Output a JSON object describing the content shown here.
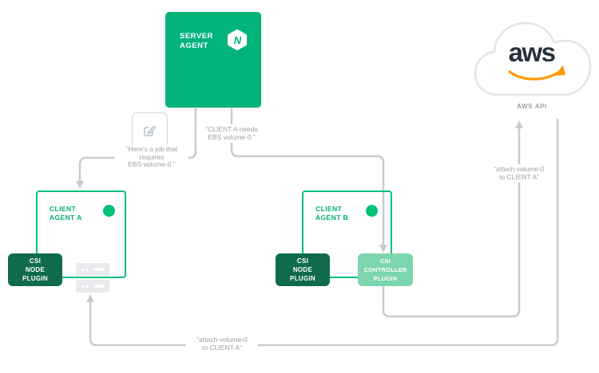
{
  "colors": {
    "green": "#02b47c",
    "green-border": "#00c078",
    "green-text": "#00ab70",
    "green-dark": "#106b4b",
    "mint": "#7cd5ac",
    "line-gray": "#c7cbd1",
    "text-gray": "#9aa0a8",
    "icon-gray": "#b9c0cb",
    "icon-border": "#d0d5dd",
    "rack-gray": "#e8eaee",
    "cloud-border": "#e2e4e8",
    "aws-navy": "#27303f",
    "aws-orange": "#ff9900"
  },
  "server_agent": {
    "label": "SERVER\nAGENT"
  },
  "clients": {
    "a": {
      "label": "CLIENT\nAGENT A"
    },
    "b": {
      "label": "CLIENT\nAGENT B"
    }
  },
  "plugins": {
    "node_a": {
      "label": "CSI\nNODE\nPLUGIN"
    },
    "node_b": {
      "label": "CSI\nNODE\nPLUGIN"
    },
    "controller": {
      "label": "CSI\nCONTROLLER\nPLUGIN"
    }
  },
  "aws": {
    "wordmark": "aws",
    "api_label": "AWS API"
  },
  "messages": {
    "job_note": "“Here's a job that\nrequires\nEBS volume-0 ”",
    "client_a_needs": "“CLIENT A needs\nEBS volume-0 ”",
    "attach_request": "“attach volume-0\nto CLIENT A”",
    "attach_response": "“attach volume-0\nto CLIENT A”"
  },
  "icons": {
    "nomad_logo": "nomad-hexagon-n",
    "job_edit": "edit-pencil-square",
    "storage": "server-rack",
    "aws_cloud": "cloud"
  }
}
